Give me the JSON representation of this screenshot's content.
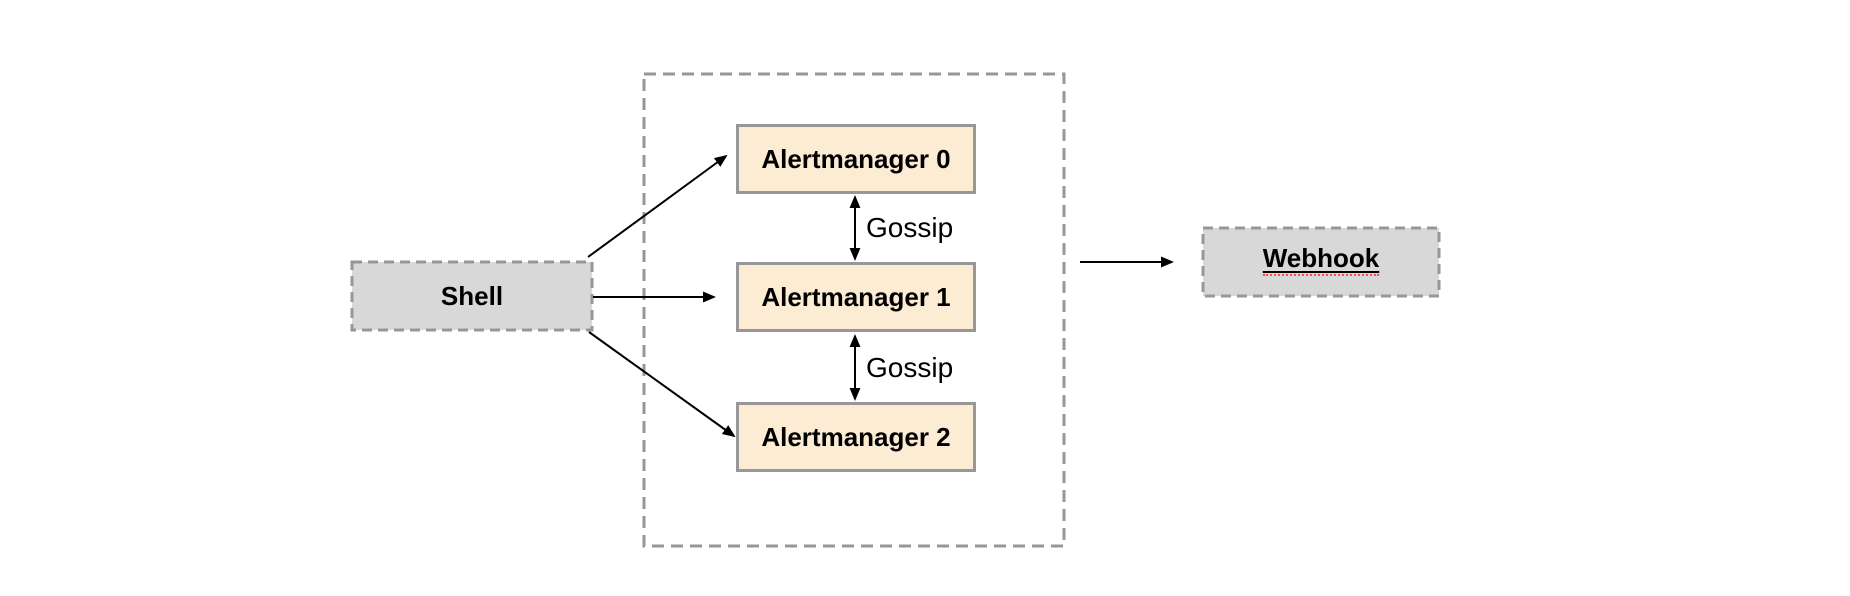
{
  "diagram": {
    "shell": {
      "label": "Shell"
    },
    "alertmanager_cluster": {
      "nodes": [
        {
          "label": "Alertmanager 0"
        },
        {
          "label": "Alertmanager 1"
        },
        {
          "label": "Alertmanager 2"
        }
      ],
      "gossip_links": [
        {
          "label": "Gossip"
        },
        {
          "label": "Gossip"
        }
      ]
    },
    "webhook": {
      "label": "Webhook"
    },
    "colors": {
      "alertmanager_node_fill": "#fcecd3",
      "endpoint_node_fill": "#d8d8d8",
      "dashed_border": "#979797",
      "arrow": "#000000",
      "spellcheck_underline": "#f94f43"
    }
  }
}
